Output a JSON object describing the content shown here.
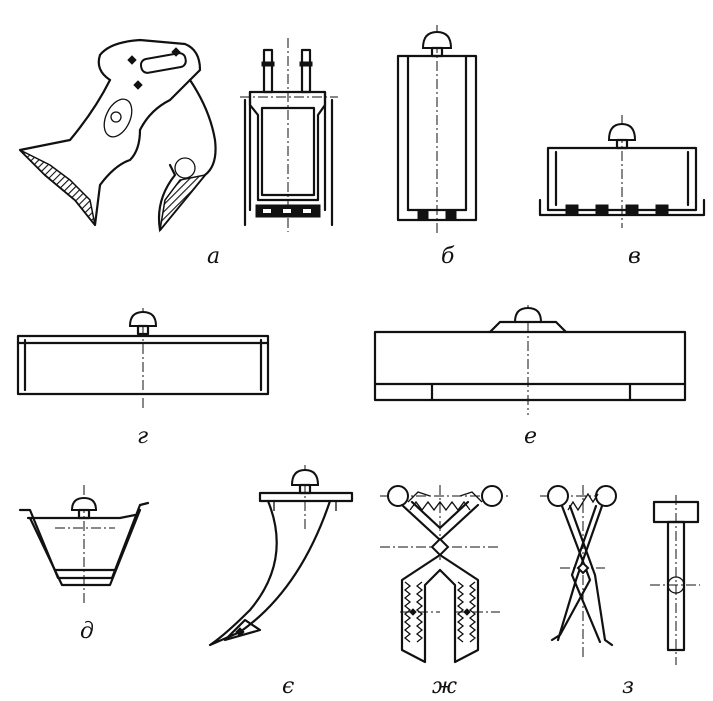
{
  "figure": {
    "labels": {
      "a": "а",
      "b": "б",
      "v": "в",
      "g": "г",
      "e": "е",
      "d": "д",
      "ye": "є",
      "zh": "ж",
      "z": "з"
    }
  }
}
